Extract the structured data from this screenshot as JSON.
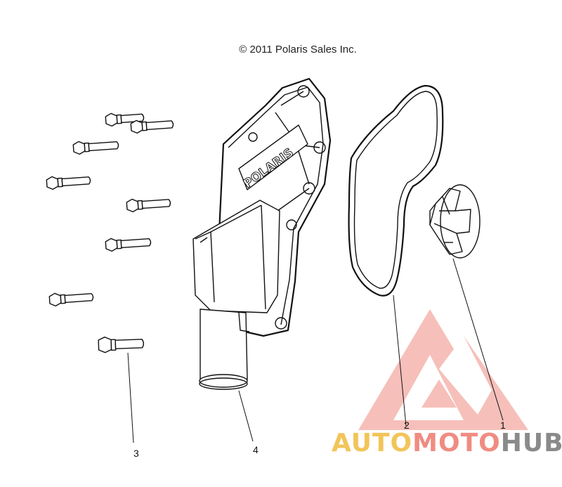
{
  "copyright": "© 2011 Polaris Sales Inc.",
  "housing_logo": "POLARIS",
  "callouts": [
    "1",
    "2",
    "3",
    "4"
  ],
  "watermark": {
    "part1": "AUTO",
    "part2": "MOTO",
    "part3": "HUB",
    "colors": {
      "auto": "#f2c55a",
      "moto": "#f08c82",
      "hub": "#8a8a8a",
      "logo": "#f08c82"
    }
  }
}
